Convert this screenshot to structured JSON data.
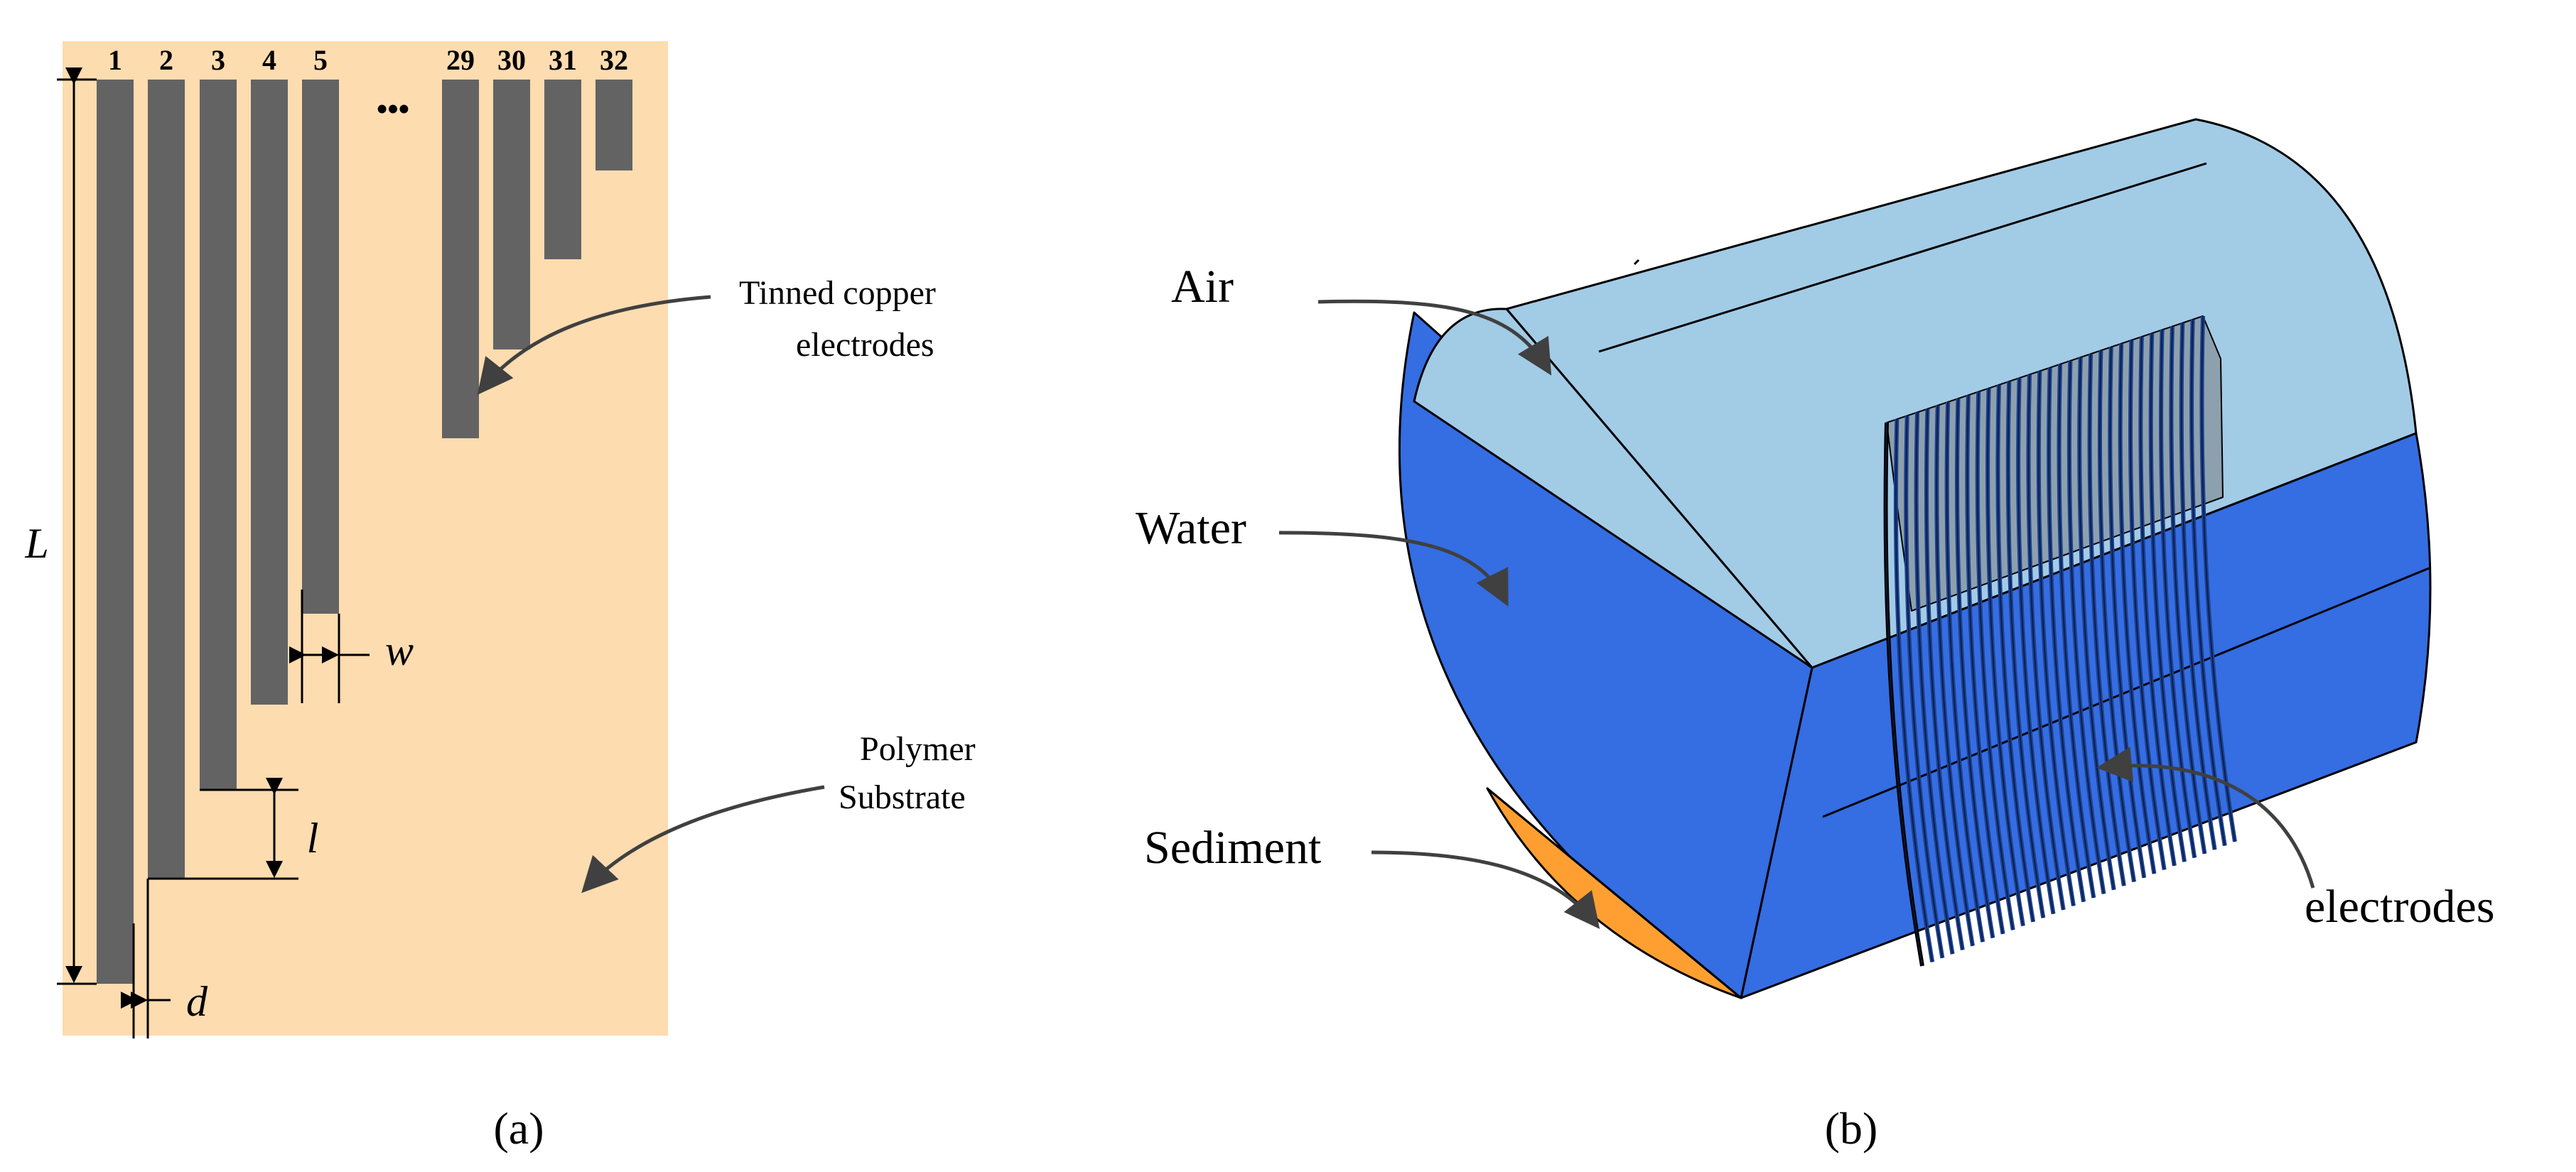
{
  "panel_a": {
    "caption": "(a)",
    "electrode_numbers": [
      "1",
      "2",
      "3",
      "4",
      "5",
      "29",
      "30",
      "31",
      "32"
    ],
    "ellipsis": "•••",
    "label_tinned": [
      "Tinned copper",
      "electrodes"
    ],
    "label_polymer": [
      "Polymer",
      "Substrate"
    ],
    "dim_L": "L",
    "dim_w": "w",
    "dim_l": "l",
    "dim_d": "d"
  },
  "panel_b": {
    "caption": "(b)",
    "label_air": "Air",
    "label_water": "Water",
    "label_sediment": "Sediment",
    "label_electrodes": "electrodes"
  },
  "colors": {
    "substrate": "#FDDCB0",
    "electrode": "#636363",
    "air": "#A2CBE6",
    "water": "#356DE2",
    "sediment": "#FF9F31",
    "electrode_3d": "#1B3F8F",
    "outline": "#000000",
    "arrow": "#404040"
  }
}
